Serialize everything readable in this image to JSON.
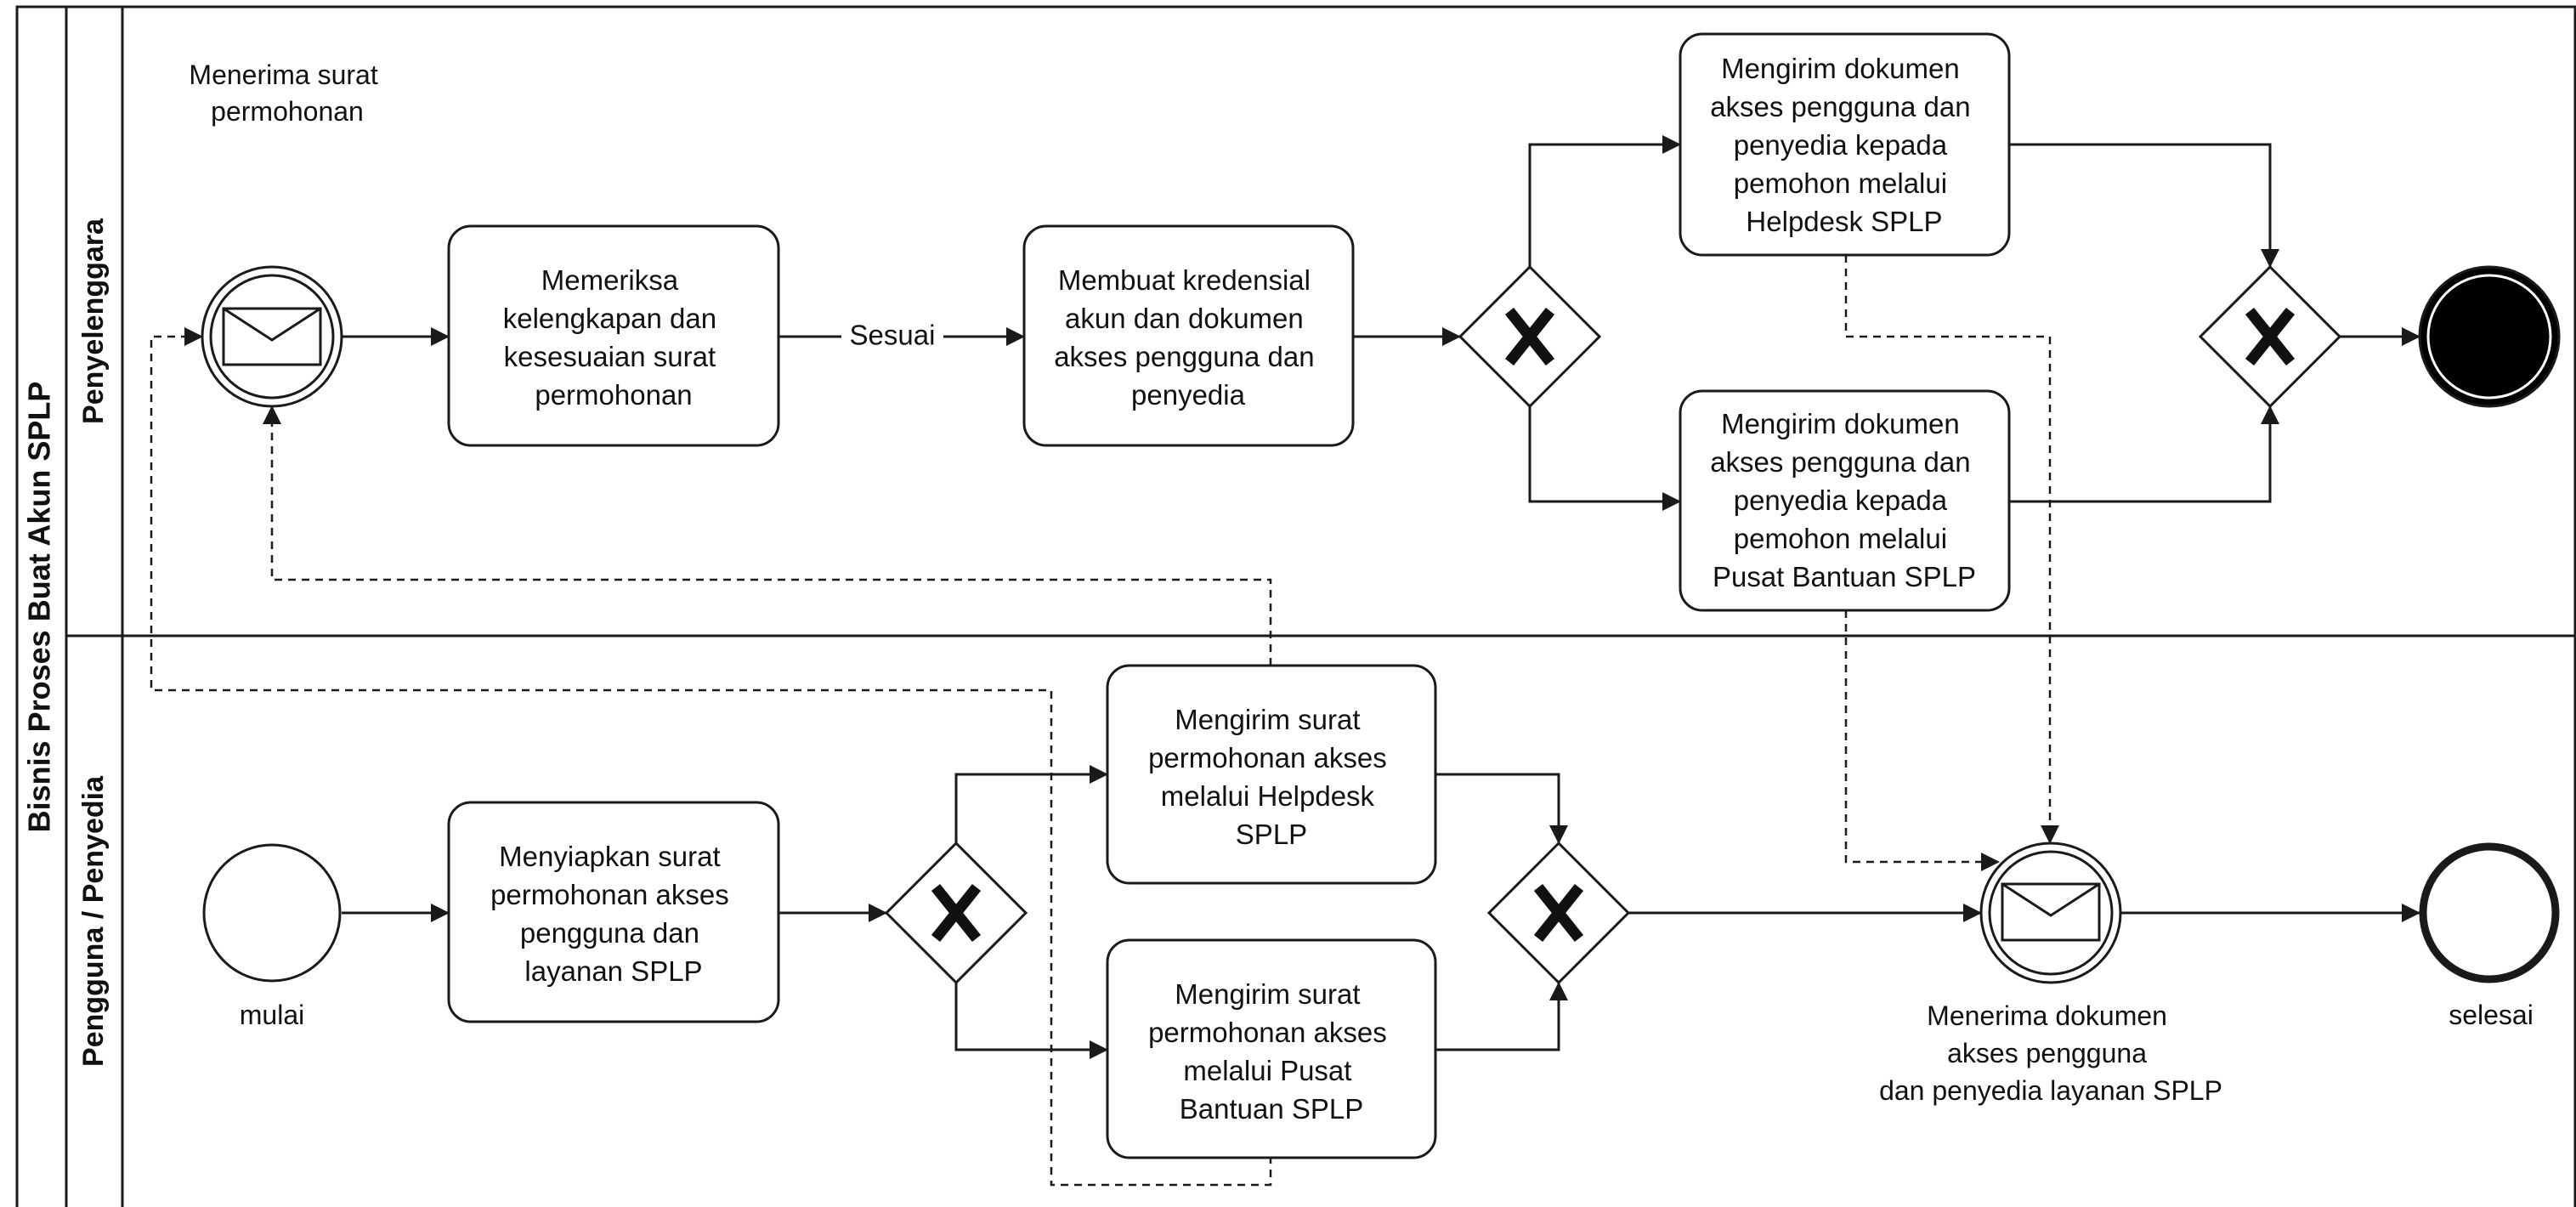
{
  "pool": {
    "title": "Bisnis Proses Buat Akun SPLP"
  },
  "lanes": {
    "top": "Penyelenggara",
    "bottom": "Pengguna / Penyedia"
  },
  "events": {
    "receive_letter_label": [
      "Menerima surat",
      "permohonan"
    ],
    "start_label": "mulai",
    "receive_docs_label": [
      "Menerima dokumen",
      "akses pengguna",
      "dan penyedia layanan SPLP"
    ],
    "end_label": "selesai"
  },
  "tasks": {
    "check": [
      "Memeriksa",
      "kelengkapan dan",
      "kesesuaian surat",
      "permohonan"
    ],
    "create": [
      "Membuat kredensial",
      "akun dan dokumen",
      "akses pengguna dan",
      "penyedia"
    ],
    "send_helpdesk": [
      "Mengirim dokumen",
      "akses pengguna dan",
      "penyedia kepada",
      "pemohon melalui",
      "Helpdesk SPLP"
    ],
    "send_pusat": [
      "Mengirim dokumen",
      "akses pengguna dan",
      "penyedia kepada",
      "pemohon melalui",
      "Pusat Bantuan SPLP"
    ],
    "prepare": [
      "Menyiapkan surat",
      "permohonan akses",
      "pengguna dan",
      "layanan SPLP"
    ],
    "letter_helpdesk": [
      "Mengirim surat",
      "permohonan akses",
      "melalui Helpdesk",
      "SPLP"
    ],
    "letter_pusat": [
      "Mengirim surat",
      "permohonan akses",
      "melalui Pusat",
      "Bantuan SPLP"
    ]
  },
  "flows": {
    "sesuai_label": "Sesuai"
  },
  "colors": {
    "stroke": "#1a1a1a",
    "background": "#ffffff"
  }
}
